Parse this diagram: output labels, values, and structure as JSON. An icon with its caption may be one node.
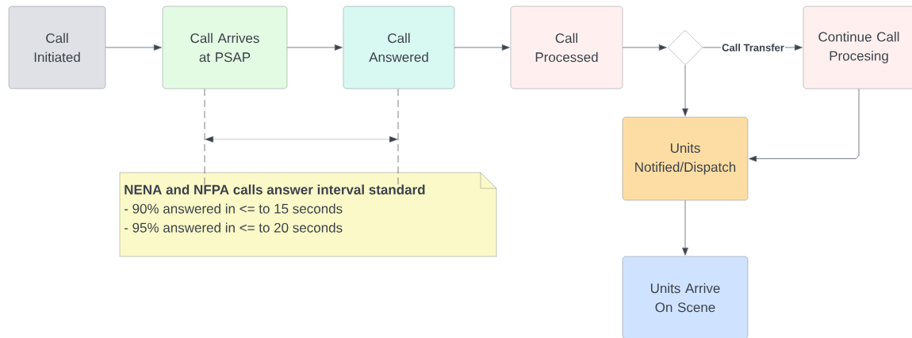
{
  "diagram": {
    "nodes": [
      {
        "text": [
          "Call Initiated"
        ]
      },
      {
        "text": [
          "Call Arrives at PSAP"
        ]
      },
      {
        "text": [
          "Call Answered"
        ]
      },
      {
        "text": [
          "Call Processed"
        ]
      },
      {
        "text": [],
        "shape": "diamond"
      },
      {
        "text": [
          "Continue Call Procesing"
        ]
      },
      {
        "text": [
          "Units Notified/Dispatch"
        ]
      },
      {
        "text": [
          "Units Arrive On Scene"
        ]
      },
      {
        "text": [
          "NENA and NFPA calls answer interval standard",
          "- 90% answered in <= to 15 seconds",
          "- 95% answered in <= to 20 seconds"
        ]
      }
    ],
    "edges": [
      {
        "from": 0,
        "to": 1,
        "arrow": "to"
      },
      {
        "from": 1,
        "to": 2,
        "arrow": "to"
      },
      {
        "from": 2,
        "to": 3,
        "arrow": "to"
      },
      {
        "from": 3,
        "to": 4,
        "arrow": "to"
      },
      {
        "from": 4,
        "to": 5,
        "arrow": "to",
        "label": "Call Transfer"
      },
      {
        "from": 4,
        "to": 6,
        "arrow": "to"
      },
      {
        "from": 5,
        "to": 6,
        "arrow": "to"
      },
      {
        "from": 6,
        "to": 7,
        "arrow": "to"
      },
      {
        "from": 1,
        "to": 8,
        "arrow": "none",
        "style": "dashed"
      },
      {
        "from": 2,
        "to": 8,
        "arrow": "none",
        "style": "dashed"
      }
    ]
  }
}
